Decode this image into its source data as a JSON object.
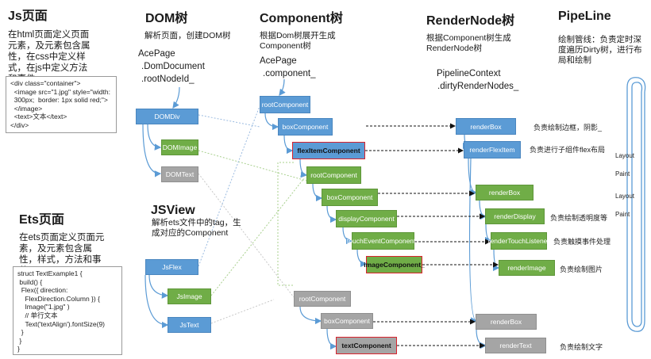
{
  "headers": {
    "js": "Js页面",
    "dom": "DOM树",
    "component": "Component树",
    "rendernode": "RenderNode树",
    "pipeline": "PipeLine",
    "ets": "Ets页面",
    "jsview": "JSView"
  },
  "text": {
    "js_desc": "在html页面定义页面元素，及元素包含属性，在css中定义样式，在js中定义方法和事件",
    "dom_desc": "解析页面，创建DOM树",
    "dom_ace1": "AcePage",
    "dom_ace2": ".DomDocument",
    "dom_ace3": ".rootNodeId_",
    "comp_desc": "根据Dom树展开生成Component树",
    "comp_ace1": "AcePage",
    "comp_ace2": ".component_",
    "rn_desc": "根据Component树生成RenderNode树",
    "rn_ctx1": "PipelineContext",
    "rn_ctx2": ".dirtyRenderNodes_",
    "pipe_desc": "绘制管线：负责定时深度遍历Dirty树，进行布局和绘制",
    "ets_desc": "在ets页面定义页面元素，及元素包含属性，样式，方法和事件",
    "jsview_desc": "解析ets文件中的tag，生成对应的Component"
  },
  "code": {
    "html": "<div class=\"container\">\n  <image src=\"1.jpg\" style=\"width:\n  300px;  border: 1px solid red;\">\n  </image>\n  <text>文本</text>\n</div>",
    "ets": "struct TextExample1 {\n build() {\n  Flex({ direction:\n    FlexDirection.Column }) {\n    Image(\"1.jpg\" )\n    // 单行文本\n    Text('textAlign').fontSize(9)\n  }\n }\n}"
  },
  "nodes": {
    "domdiv": "DOMDiv",
    "domimage": "DOMImage",
    "domtext": "DOMText",
    "jsflex": "JsFlex",
    "jsimage": "JsImage",
    "jstext": "JsText",
    "c_root1": "rootComponent",
    "c_box1": "boxComponent",
    "c_flexitem": "flexItemComponent",
    "c_root2": "rootComponent",
    "c_box2": "boxComponent",
    "c_display": "displayComponent",
    "c_touch": "touchEventComponent_",
    "c_image": "imageComponent_",
    "c_root3": "rootComponent",
    "c_box3": "boxComponent",
    "c_text": "textComponent",
    "r_box1": "renderBox",
    "r_flexitem": "renderFlexItem",
    "r_box2": "renderBox",
    "r_display": "renderDisplay",
    "r_touch": "renderTouchListener",
    "r_image": "renderImage",
    "r_box3": "renderBox",
    "r_text": "renderText"
  },
  "descs": {
    "box1": "负责绘制边框，阴影_",
    "flexitem": "负责进行子组件flex布局",
    "display": "负责绘制透明度等",
    "touch": "负责触摸事件处理",
    "image": "负责绘制图片",
    "text": "负责绘制文字"
  },
  "pipeline_labels": {
    "layout1": "Layout",
    "paint1": "Paint",
    "layout2": "Layout",
    "paint2": "Paint"
  },
  "colors": {
    "dom_blue": "#5b9bd5",
    "green": "#70ad47",
    "gray": "#a5a5a5",
    "highlight_red": "#d9232d"
  }
}
